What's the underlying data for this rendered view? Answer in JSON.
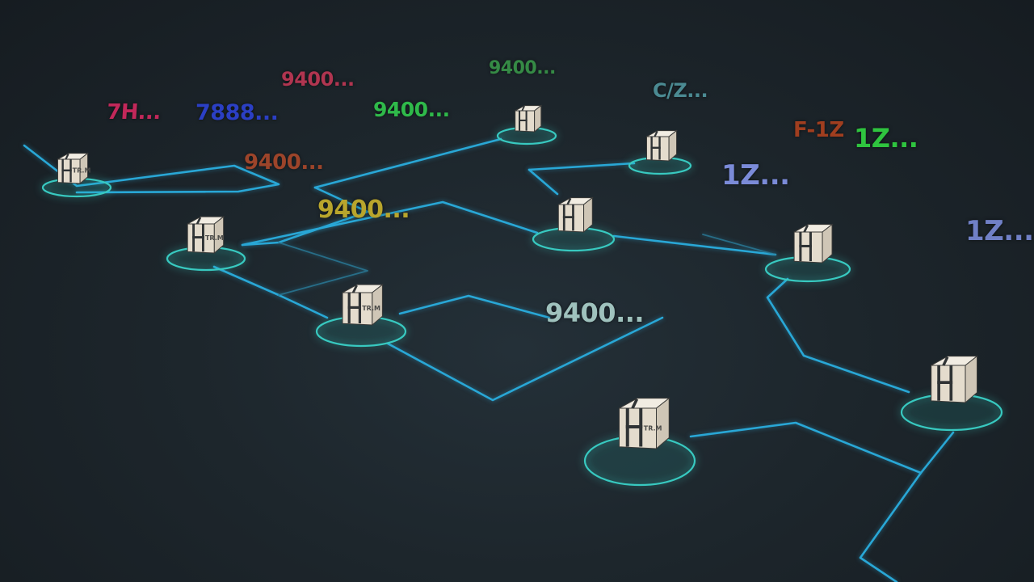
{
  "scene": {
    "background_color": "#1d262c",
    "route_color": "#29a7d6",
    "node_ring_color": "#38c9c0",
    "package_color": "#ebe4d6"
  },
  "tracking_labels": [
    {
      "id": "t1",
      "text": "7H...",
      "color": "#c2285a"
    },
    {
      "id": "t2",
      "text": "7888...",
      "color": "#2b3fc4"
    },
    {
      "id": "t3",
      "text": "9400...",
      "color": "#b03550"
    },
    {
      "id": "t4",
      "text": "9400...",
      "color": "#3a9c4a"
    },
    {
      "id": "t5",
      "text": "9400...",
      "color": "#2fb94a"
    },
    {
      "id": "t6",
      "text": "9400...",
      "color": "#b34a2a"
    },
    {
      "id": "t7",
      "text": "9400...",
      "color": "#b8a52c"
    },
    {
      "id": "t8",
      "text": "C/Z...",
      "color": "#4b8a92"
    },
    {
      "id": "t9",
      "text": "F-1Z",
      "color": "#b8431e"
    },
    {
      "id": "t10",
      "text": "1Z...",
      "color": "#2fc43f"
    },
    {
      "id": "t11",
      "text": "1Z...",
      "color": "#7b8bd8"
    },
    {
      "id": "t12",
      "text": "1Z...",
      "color": "#7080c6"
    },
    {
      "id": "t13",
      "text": "9400...",
      "color": "#9fc2bd"
    }
  ],
  "packages": [
    {
      "id": "p1",
      "label": "TR.M"
    },
    {
      "id": "p2",
      "label": ""
    },
    {
      "id": "p3",
      "label": "TR.M"
    },
    {
      "id": "p4",
      "label": ""
    },
    {
      "id": "p5",
      "label": ""
    },
    {
      "id": "p6",
      "label": "TR.M"
    },
    {
      "id": "p7",
      "label": ""
    },
    {
      "id": "p8",
      "label": "TR.M"
    },
    {
      "id": "p9",
      "label": ""
    },
    {
      "id": "p10",
      "label": "TR.M"
    }
  ]
}
